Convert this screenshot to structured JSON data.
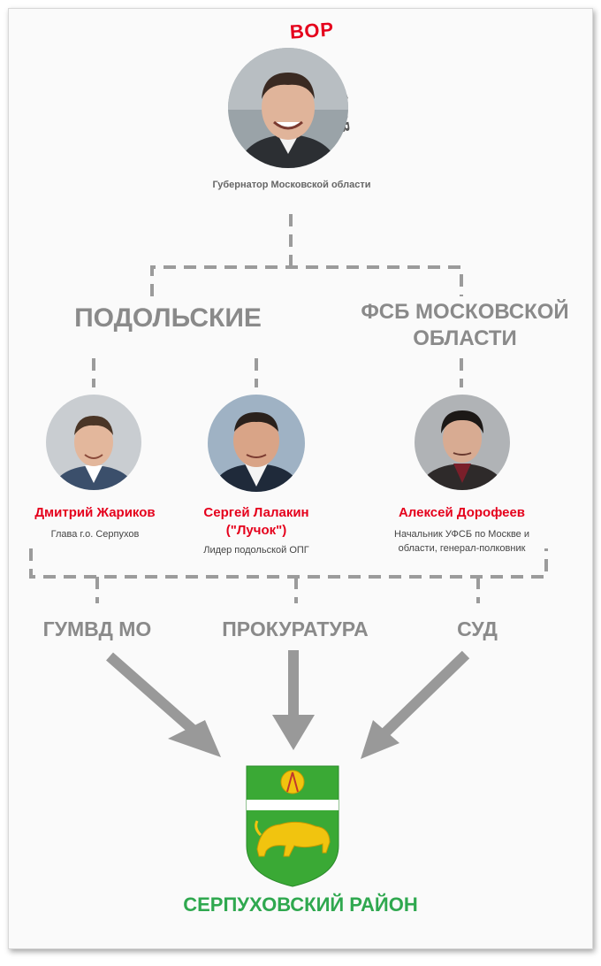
{
  "top": {
    "name_prefix": "ВОР",
    "name_rest": "обьев",
    "caption": "Губернатор Московской области"
  },
  "groups": {
    "left": "ПОДОЛЬСКИЕ",
    "right_line1": "ФСБ МОСКОВСКОЙ",
    "right_line2": "ОБЛАСТИ"
  },
  "people": [
    {
      "name": "Дмитрий Жариков",
      "role": "Глава г.о. Серпухов"
    },
    {
      "name_line1": "Сергей Лалакин",
      "name_line2": "(\"Лучок\")",
      "role": "Лидер подольской ОПГ"
    },
    {
      "name": "Алексей Дорофеев",
      "role_line1": "Начальник УФСБ по Москве и",
      "role_line2": "области, генерал-полковник"
    }
  ],
  "agencies": {
    "left": "ГУМВД МО",
    "center": "ПРОКУРАТУРА",
    "right": "СУД"
  },
  "target": {
    "label": "СЕРПУХОВСКИЙ РАЙОН"
  },
  "colors": {
    "accent_red": "#e5001c",
    "line_gray": "#9b9b9b",
    "arrow_gray": "#999999",
    "region_green": "#2fa84f",
    "shield_green": "#3aa935",
    "shield_yellow": "#f1c40f"
  }
}
